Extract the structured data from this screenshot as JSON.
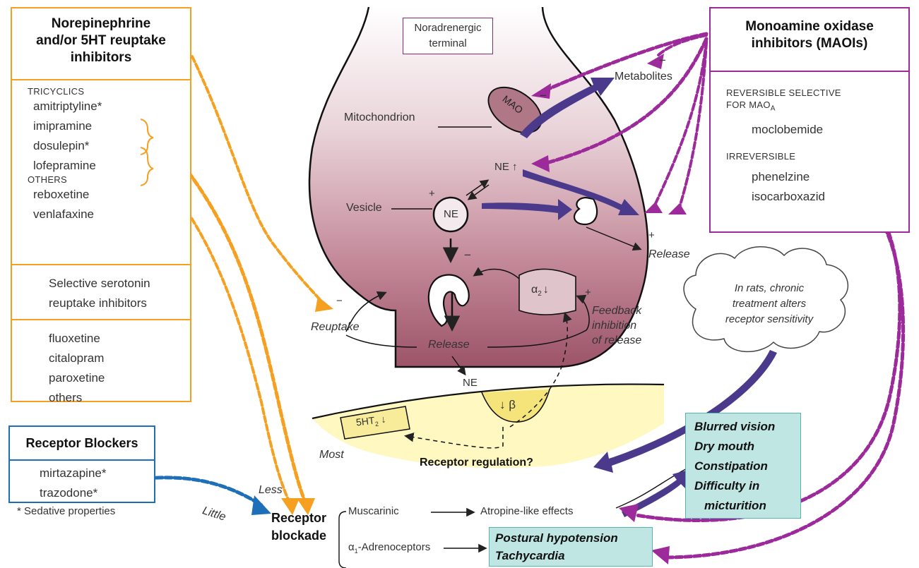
{
  "reuptake_box": {
    "title_lines": [
      "Norepinephrine",
      "and/or 5HT reuptake",
      "inhibitors"
    ],
    "tricyclics_label": "TRICYCLICS",
    "tricyclics": [
      "amitriptyline*",
      "imipramine",
      "dosulepin*",
      "lofepramine"
    ],
    "others_label": "OTHERS",
    "others": [
      "reboxetine",
      "venlafaxine"
    ],
    "ssri_title_lines": [
      "Selective serotonin",
      "reuptake inhibitors"
    ],
    "ssri_drugs": [
      "fluoxetine",
      "citalopram",
      "paroxetine",
      "others"
    ]
  },
  "blockers_box": {
    "title": "Receptor Blockers",
    "drugs": [
      "mirtazapine*",
      "trazodone*"
    ]
  },
  "footnote": "* Sedative properties",
  "maoi_box": {
    "title_lines": [
      "Monoamine oxidase",
      "inhibitors (MAOIs)"
    ],
    "reversible_label_lines": [
      "REVERSIBLE SELECTIVE",
      "FOR MAO"
    ],
    "reversible_subscript": "A",
    "reversible_drug": "moclobemide",
    "irreversible_label": "IRREVERSIBLE",
    "irreversible_drugs": [
      "phenelzine",
      "isocarboxazid"
    ]
  },
  "terminal": {
    "label_lines": [
      "Noradrenergic",
      "terminal"
    ],
    "mitochondrion": "Mitochondrion",
    "mao": "MAO",
    "metabolites": "Metabolites",
    "minus": "−",
    "plus": "+",
    "ne_up": "NE",
    "up_arrow": "↑",
    "down_arrow": "↓",
    "vesicle": "Vesicle",
    "ne_vesicle": "NE",
    "release": "Release",
    "reuptake": "Reuptake",
    "alpha2": "α",
    "alpha2_sub": "2",
    "feedback_lines": [
      "Feedback",
      "inhibition",
      "of release"
    ],
    "ne_cleft": "NE"
  },
  "postsynaptic": {
    "ht2": "5HT",
    "ht2_sub": "2",
    "beta": "β",
    "most": "Most",
    "regulation": "Receptor regulation?"
  },
  "cloud": {
    "lines": [
      "In rats, chronic",
      "treatment alters",
      "receptor sensitivity"
    ]
  },
  "blockade": {
    "title_lines": [
      "Receptor",
      "blockade"
    ],
    "less": "Less",
    "little": "Little",
    "muscarinic": "Muscarinic",
    "atropine": "Atropine-like effects",
    "alpha1": "α",
    "alpha1_sub": "1",
    "alpha1_rest": "-Adrenoceptors"
  },
  "effects_box": {
    "lines": [
      "Blurred vision",
      "Dry mouth",
      "Constipation",
      "Difficulty in",
      "micturition"
    ]
  },
  "hypotension_box": {
    "lines": [
      "Postural hypotension",
      "Tachycardia"
    ]
  },
  "colors": {
    "orange": "#f5a020",
    "purple": "#9c2a9a",
    "indigo": "#4b3a8c",
    "blue": "#1d6fb8",
    "teal_fill": "#bfe6e3",
    "mauve": "#c99aa6"
  }
}
